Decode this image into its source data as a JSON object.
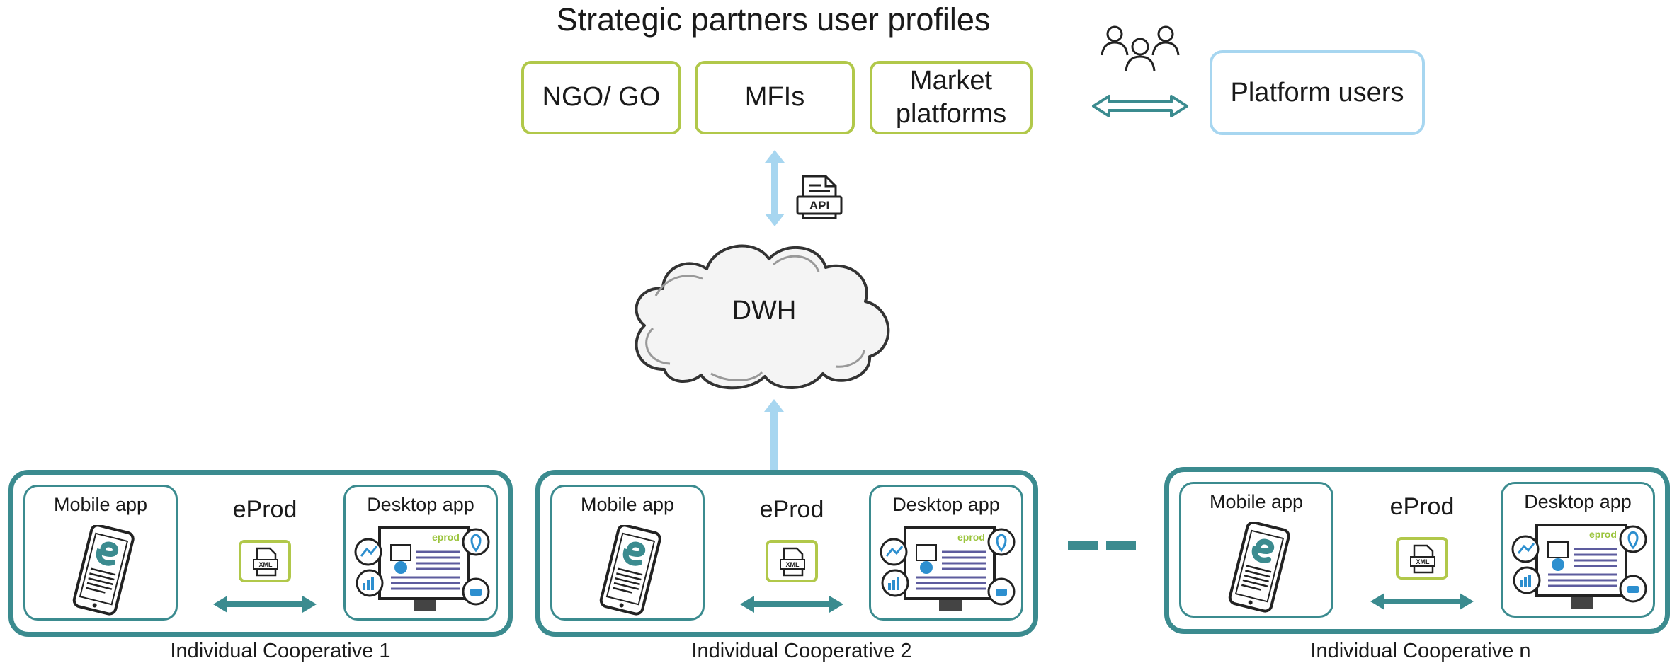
{
  "title": "Strategic partners user profiles",
  "partners": [
    {
      "label": "NGO/ GO"
    },
    {
      "label": "MFIs"
    },
    {
      "label": "Market\nplatforms"
    }
  ],
  "platform_users": "Platform users",
  "api_label": "API",
  "cloud_label": "DWH",
  "cooperatives": [
    {
      "name": "Individual Cooperative 1",
      "mobile": "Mobile app",
      "center": "eProd",
      "desktop": "Desktop app",
      "file_icon": "XML"
    },
    {
      "name": "Individual Cooperative 2",
      "mobile": "Mobile app",
      "center": "eProd",
      "desktop": "Desktop app",
      "file_icon": "XML"
    },
    {
      "name": "Individual Cooperative n",
      "mobile": "Mobile app",
      "center": "eProd",
      "desktop": "Desktop app",
      "file_icon": "XML"
    }
  ],
  "colors": {
    "teal": "#3b8b8f",
    "lime": "#b1c84a",
    "light_blue": "#a7d6f0"
  },
  "icons": [
    "users-icon",
    "api-document-icon",
    "xml-file-icon",
    "mobile-app-icon",
    "desktop-app-icon"
  ]
}
